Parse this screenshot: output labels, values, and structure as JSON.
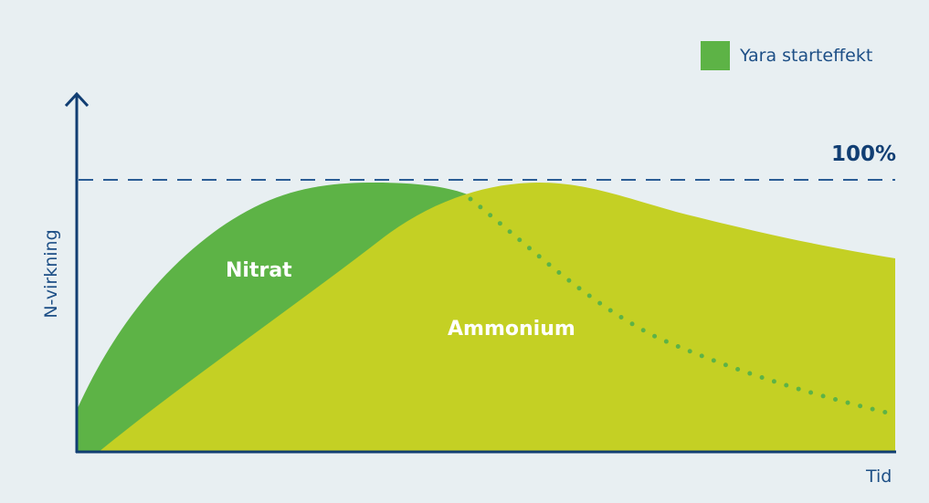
{
  "chart_data": {
    "type": "area",
    "title": "",
    "xlabel": "Tid",
    "ylabel": "N-virkning",
    "reference_line": {
      "label": "100%",
      "value": 100,
      "style": "dashed"
    },
    "legend": [
      {
        "label": "Yara starteffekt",
        "color": "#5db346"
      }
    ],
    "series": [
      {
        "name": "Nitrat",
        "color": "#5db346",
        "x": [
          0,
          10,
          20,
          36,
          48,
          60,
          75,
          90,
          100
        ],
        "values": [
          16,
          58,
          85,
          99,
          95,
          70,
          45,
          25,
          15
        ],
        "note": "solid until crossover with Ammonium, dotted thereafter"
      },
      {
        "name": "Ammonium",
        "color": "#c4d024",
        "x": [
          0,
          3,
          20,
          40,
          48,
          57,
          70,
          85,
          100
        ],
        "values": [
          0,
          0,
          38,
          80,
          95,
          99,
          93,
          83,
          71
        ]
      }
    ],
    "ylim": [
      0,
      110
    ],
    "grid": false
  },
  "legend": {
    "label": "Yara starteffekt"
  },
  "labels": {
    "pct": "100%",
    "y_axis": "N-virkning",
    "x_axis": "Tid",
    "nitrat": "Nitrat",
    "ammonium": "Ammonium"
  },
  "colors": {
    "nitrat": "#5db346",
    "ammonium": "#c4d024",
    "axis": "#113e73",
    "background": "#e8eff2"
  }
}
